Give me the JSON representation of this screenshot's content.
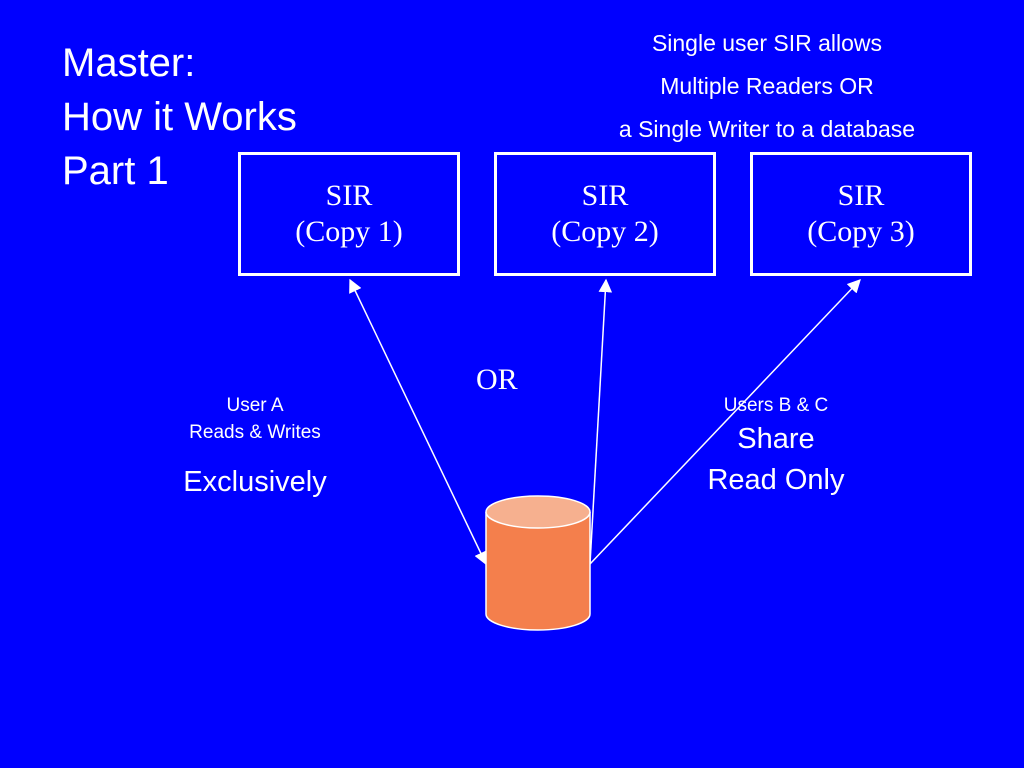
{
  "title": {
    "line1": "Master:",
    "line2": "How it Works",
    "line3": "Part 1"
  },
  "caption": {
    "line1": "Single user SIR allows",
    "line2": "Multiple Readers OR",
    "line3": "a Single Writer to a database"
  },
  "boxes": [
    {
      "line1": "SIR",
      "line2": "(Copy 1)"
    },
    {
      "line1": "SIR",
      "line2": "(Copy 2)"
    },
    {
      "line1": "SIR",
      "line2": "(Copy 3)"
    }
  ],
  "or_label": "OR",
  "left_note": {
    "line1": "User A",
    "line2": "Reads & Writes",
    "line3": "Exclusively"
  },
  "right_note": {
    "line1": "Users B & C",
    "line2": "Share",
    "line3": "Read Only"
  },
  "colors": {
    "background": "#0000ff",
    "foreground": "#ffffff",
    "database_body": "#f47f4c",
    "database_top": "#f6b08f",
    "database_outline": "#ffffff"
  },
  "icons": {
    "database": "database-cylinder-icon"
  }
}
